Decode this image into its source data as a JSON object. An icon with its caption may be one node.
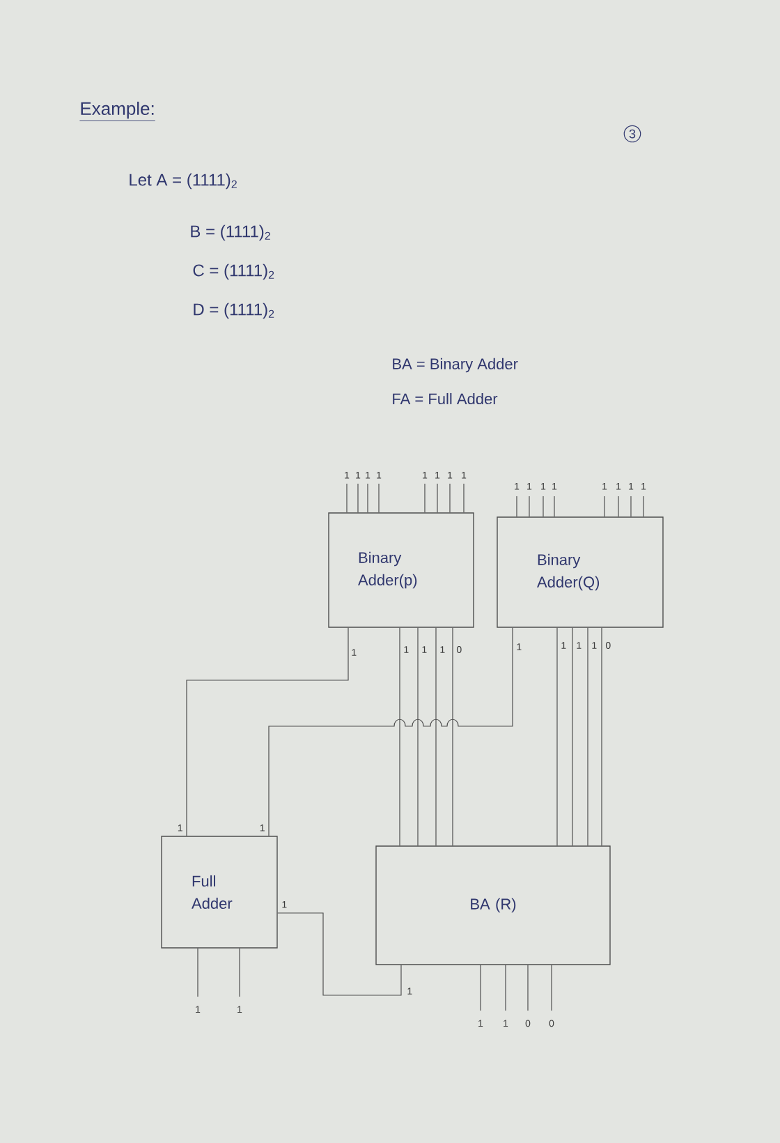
{
  "diagram": {
    "title": "Example:",
    "nodes": [
      {
        "text": [
          "Binary Adder(p)"
        ]
      },
      {
        "text": [
          "Binary Adder(Q)"
        ]
      },
      {
        "text": [
          "Full Adder"
        ]
      },
      {
        "text": [
          "BA (R)"
        ]
      }
    ],
    "edges": [
      {
        "from": null,
        "to": 0,
        "arrow": "none",
        "label": "1"
      },
      {
        "from": null,
        "to": 0,
        "arrow": "none",
        "label": "1"
      },
      {
        "from": null,
        "to": 0,
        "arrow": "none",
        "label": "1"
      },
      {
        "from": null,
        "to": 0,
        "arrow": "none",
        "label": "1"
      },
      {
        "from": null,
        "to": 0,
        "arrow": "none",
        "label": "1"
      },
      {
        "from": null,
        "to": 0,
        "arrow": "none",
        "label": "1"
      },
      {
        "from": null,
        "to": 0,
        "arrow": "none",
        "label": "1"
      },
      {
        "from": null,
        "to": 0,
        "arrow": "none",
        "label": "1"
      },
      {
        "from": null,
        "to": 1,
        "arrow": "none",
        "label": "1"
      },
      {
        "from": null,
        "to": 1,
        "arrow": "none",
        "label": "1"
      },
      {
        "from": null,
        "to": 1,
        "arrow": "none",
        "label": "1"
      },
      {
        "from": null,
        "to": 1,
        "arrow": "none",
        "label": "1"
      },
      {
        "from": null,
        "to": 1,
        "arrow": "none",
        "label": "1"
      },
      {
        "from": null,
        "to": 1,
        "arrow": "none",
        "label": "1"
      },
      {
        "from": null,
        "to": 1,
        "arrow": "none",
        "label": "1"
      },
      {
        "from": null,
        "to": 1,
        "arrow": "none",
        "label": "1"
      },
      {
        "from": 0,
        "to": 2,
        "arrow": "none",
        "label": "1"
      },
      {
        "from": 0,
        "to": 3,
        "arrow": "none",
        "label": "1"
      },
      {
        "from": 0,
        "to": 3,
        "arrow": "none",
        "label": "1"
      },
      {
        "from": 0,
        "to": 3,
        "arrow": "none",
        "label": "1"
      },
      {
        "from": 0,
        "to": 3,
        "arrow": "none",
        "label": "0"
      },
      {
        "from": 1,
        "to": 2,
        "arrow": "none",
        "label": "1"
      },
      {
        "from": 1,
        "to": 3,
        "arrow": "none",
        "label": "1"
      },
      {
        "from": 1,
        "to": 3,
        "arrow": "none",
        "label": "1"
      },
      {
        "from": 1,
        "to": 3,
        "arrow": "none",
        "label": "1"
      },
      {
        "from": 1,
        "to": 3,
        "arrow": "none",
        "label": "0"
      },
      {
        "from": 2,
        "to": 3,
        "arrow": "none",
        "label": "1"
      },
      {
        "from": 2,
        "to": null,
        "arrow": "none",
        "label": "1"
      },
      {
        "from": 2,
        "to": null,
        "arrow": "none",
        "label": "1"
      },
      {
        "from": 3,
        "to": null,
        "arrow": "none",
        "label": "1"
      },
      {
        "from": 3,
        "to": null,
        "arrow": "none",
        "label": "1"
      },
      {
        "from": 3,
        "to": null,
        "arrow": "none",
        "label": "0"
      },
      {
        "from": 3,
        "to": null,
        "arrow": "none",
        "label": "0"
      }
    ],
    "labels": [
      "3",
      "Let A = (1111)$_{2}$",
      "B = (1111)$_{2}$",
      "C = (1111)$_{2}$",
      "D = (1111)$_{2}$",
      "BA = Binary Adder",
      "FA = Full Adder",
      "1",
      "1",
      "1"
    ]
  }
}
